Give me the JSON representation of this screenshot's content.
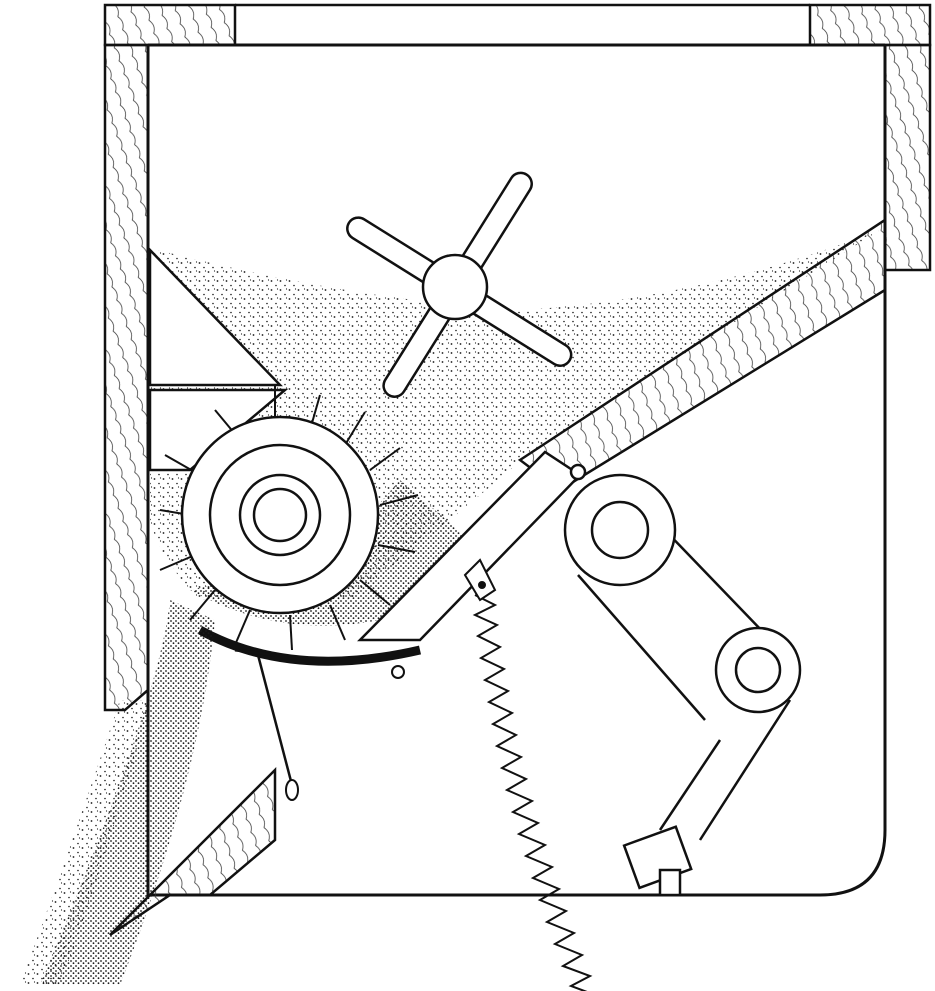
{
  "figure": {
    "labels": [],
    "colors": {
      "ink": "#111111",
      "paper": "#ffffff",
      "stipple": "#1a1a1a"
    },
    "icons": [
      "hopper-box",
      "agitator-cross",
      "feed-roll",
      "spring",
      "pulley-belt",
      "motor"
    ]
  }
}
